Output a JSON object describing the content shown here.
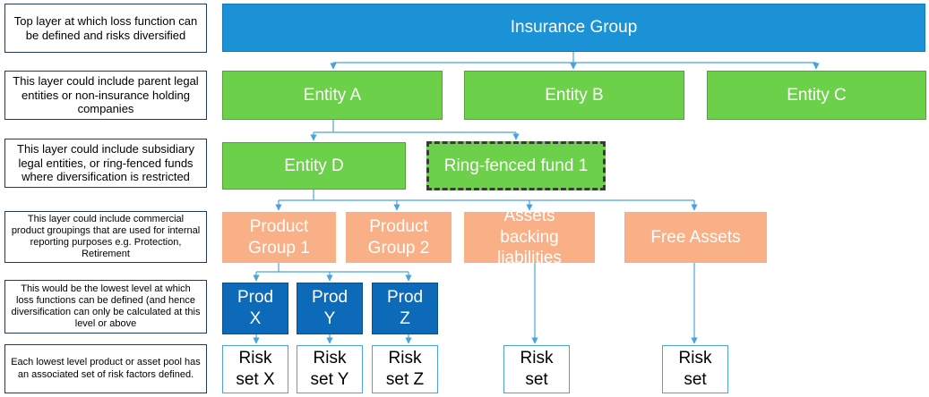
{
  "layers": [
    "Top layer at which loss function can be defined and risks diversified",
    "This layer could include parent legal entities or non-insurance holding companies",
    "This layer could include subsidiary legal entities, or ring-fenced funds where diversification is restricted",
    "This layer could include commercial product groupings that are used for internal reporting purposes e.g. Protection, Retirement",
    "This would be the lowest level at which loss functions can be defined (and hence diversification can only be calculated at this level or above",
    "Each lowest level product or asset pool has an associated set of risk factors defined."
  ],
  "nodes": {
    "insurance_group": "Insurance Group",
    "entity_a": "Entity A",
    "entity_b": "Entity B",
    "entity_c": "Entity C",
    "entity_d": "Entity D",
    "ring_fenced_fund": "Ring-fenced fund 1",
    "product_group_1": "Product Group 1",
    "product_group_2": "Product Group 2",
    "assets_backing": "Assets backing liabilities",
    "free_assets": "Free Assets",
    "prod_x": "Prod X",
    "prod_y": "Prod Y",
    "prod_z": "Prod Z",
    "risk_x": "Risk set X",
    "risk_y": "Risk set Y",
    "risk_z": "Risk set Z",
    "risk_assets": "Risk set",
    "risk_free": "Risk set"
  },
  "colors": {
    "top": "#1b91d6",
    "entity": "#6cd04a",
    "product_group": "#f9b086",
    "product": "#0d6ab9",
    "connector": "#4aa3dc"
  }
}
